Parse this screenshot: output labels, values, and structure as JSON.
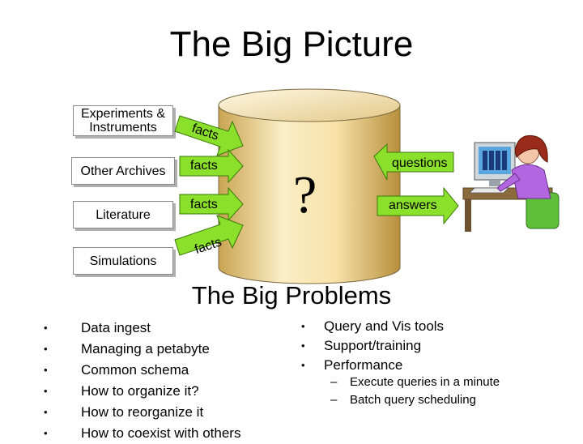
{
  "title": "The Big Picture",
  "sources": {
    "experiments": "Experiments & Instruments",
    "archives": "Other Archives",
    "literature": "Literature",
    "simulations": "Simulations"
  },
  "arrows": {
    "facts1": "facts",
    "facts2": "facts",
    "facts3": "facts",
    "facts4": "facts",
    "questions": "questions",
    "answers": "answers"
  },
  "database_symbol": "?",
  "subtitle": "The Big Problems",
  "left_bullets": [
    "Data ingest",
    "Managing a petabyte",
    "Common schema",
    "How to organize it?",
    "How to reorganize it",
    "How to coexist with others"
  ],
  "right_bullets": [
    "Query and Vis tools",
    "Support/training",
    "Performance"
  ],
  "right_sub_bullets": [
    "Execute queries in a minute",
    "Batch query scheduling"
  ],
  "colors": {
    "arrow_fill": "#8ae02a",
    "arrow_stroke": "#3a7a0a",
    "cylinder_light": "#fbeec6",
    "cylinder_dark": "#c9a451"
  }
}
